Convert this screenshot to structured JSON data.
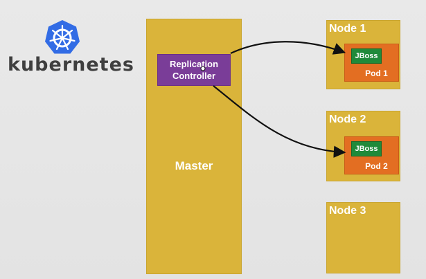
{
  "logo": {
    "icon": "kubernetes-helm-wheel-icon",
    "text": "kubernetes",
    "color": "#326ce5"
  },
  "master": {
    "label": "Master",
    "color": "#dab43a"
  },
  "replication_controller": {
    "line1": "Replication",
    "line2": "Controller",
    "color": "#7a3d98"
  },
  "nodes": [
    {
      "label": "Node 1",
      "pod": {
        "label": "Pod 1",
        "container": "JBoss"
      }
    },
    {
      "label": "Node 2",
      "pod": {
        "label": "Pod 2",
        "container": "JBoss"
      }
    },
    {
      "label": "Node 3"
    }
  ],
  "colors": {
    "node": "#dab43a",
    "pod": "#e36e22",
    "container": "#1f8a3a",
    "background": "#e6e6e6"
  },
  "edges": [
    {
      "from": "Replication Controller",
      "to": "Node 1 JBoss"
    },
    {
      "from": "Replication Controller",
      "to": "Node 2 JBoss"
    }
  ]
}
